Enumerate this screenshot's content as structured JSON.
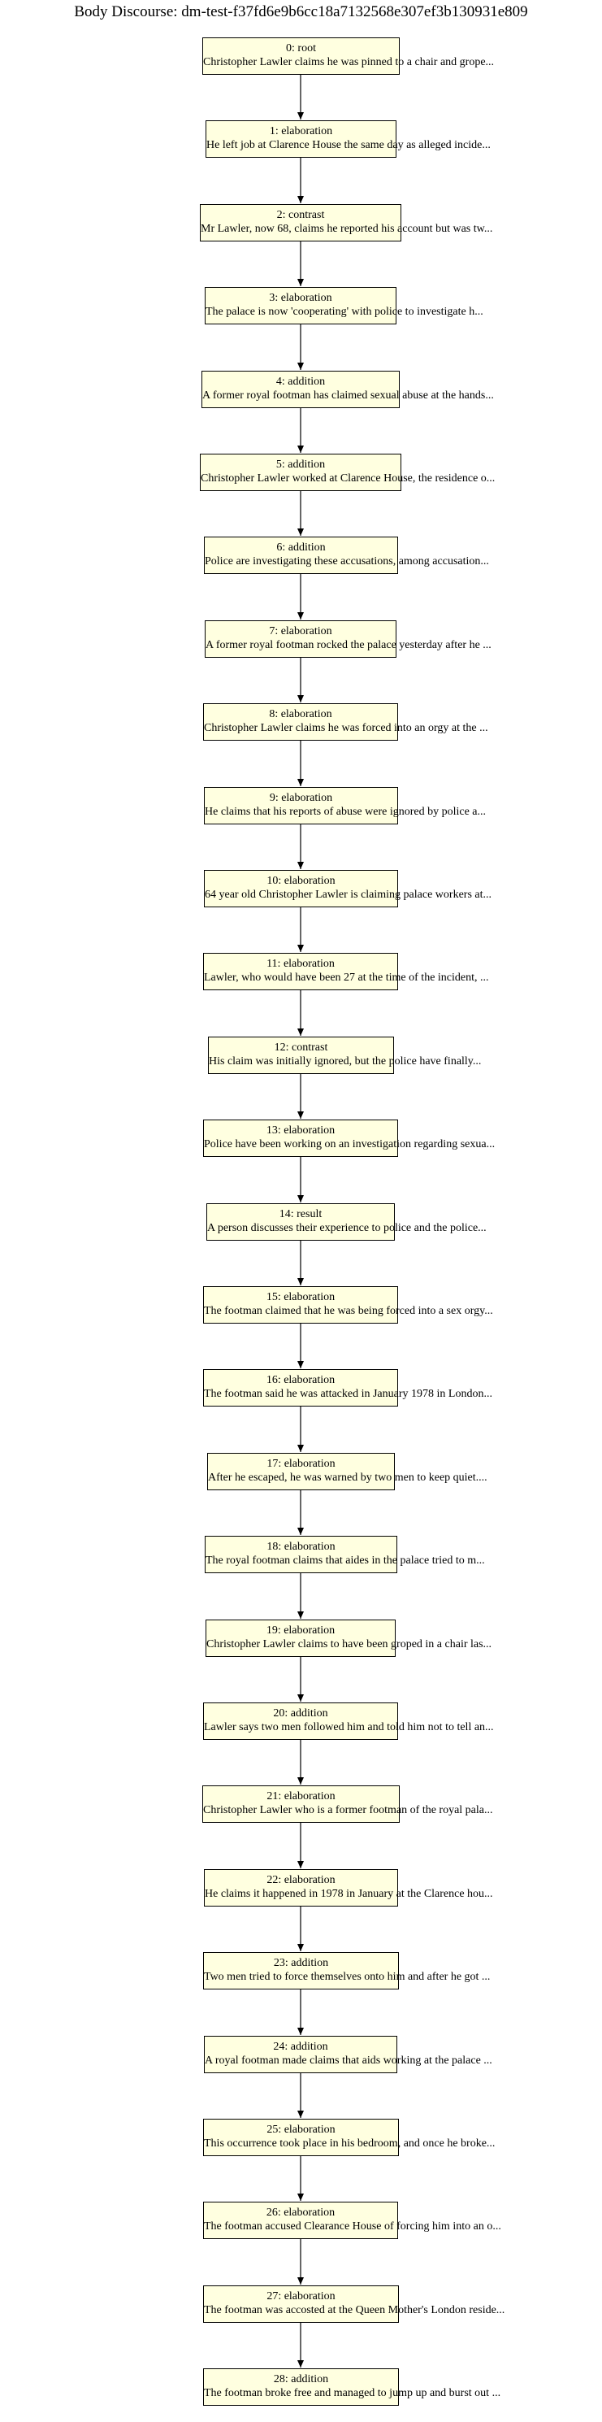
{
  "title": "Body Discourse: dm-test-f37fd6e9b6cc18a7132568e307ef3b130931e809",
  "nodes": [
    {
      "id": "0",
      "relation": "root",
      "text": "Christopher Lawler claims he was pinned to a chair and grope..."
    },
    {
      "id": "1",
      "relation": "elaboration",
      "text": "He left job at Clarence House the same day as alleged incide..."
    },
    {
      "id": "2",
      "relation": "contrast",
      "text": "Mr Lawler, now 68, claims he reported his account but was tw..."
    },
    {
      "id": "3",
      "relation": "elaboration",
      "text": "The palace is now 'cooperating' with police to investigate h..."
    },
    {
      "id": "4",
      "relation": "addition",
      "text": "A former royal footman has claimed sexual abuse at the hands..."
    },
    {
      "id": "5",
      "relation": "addition",
      "text": "Christopher Lawler worked at Clarence House, the residence o..."
    },
    {
      "id": "6",
      "relation": "addition",
      "text": "Police are investigating these accusations, among accusation..."
    },
    {
      "id": "7",
      "relation": "elaboration",
      "text": "A former royal footman rocked the palace yesterday after he ..."
    },
    {
      "id": "8",
      "relation": "elaboration",
      "text": "Christopher Lawler claims he was forced into an orgy at the ..."
    },
    {
      "id": "9",
      "relation": "elaboration",
      "text": "He claims that his reports of abuse were ignored by police a..."
    },
    {
      "id": "10",
      "relation": "elaboration",
      "text": "64 year old Christopher Lawler is claiming palace workers at..."
    },
    {
      "id": "11",
      "relation": "elaboration",
      "text": "Lawler, who would have been 27 at the time of the incident, ..."
    },
    {
      "id": "12",
      "relation": "contrast",
      "text": "His claim was initially ignored, but the police have finally..."
    },
    {
      "id": "13",
      "relation": "elaboration",
      "text": "Police have been working on an investigation regarding sexua..."
    },
    {
      "id": "14",
      "relation": "result",
      "text": "A person discusses their experience to police and the police..."
    },
    {
      "id": "15",
      "relation": "elaboration",
      "text": "The footman claimed that he was being forced into a sex orgy..."
    },
    {
      "id": "16",
      "relation": "elaboration",
      "text": "The footman said he was attacked in January 1978 in London..."
    },
    {
      "id": "17",
      "relation": "elaboration",
      "text": "After he escaped, he was warned by two men to keep quiet...."
    },
    {
      "id": "18",
      "relation": "elaboration",
      "text": "The royal footman claims that aides in the palace tried to m..."
    },
    {
      "id": "19",
      "relation": "elaboration",
      "text": "Christopher Lawler claims to have been groped in a chair las..."
    },
    {
      "id": "20",
      "relation": "addition",
      "text": "Lawler says two men followed him and told him not to tell an..."
    },
    {
      "id": "21",
      "relation": "elaboration",
      "text": "Christopher Lawler who is a former footman of the royal pala..."
    },
    {
      "id": "22",
      "relation": "elaboration",
      "text": "He claims it happened in 1978 in January at the Clarence hou..."
    },
    {
      "id": "23",
      "relation": "addition",
      "text": "Two men tried to force themselves onto him and after he got ..."
    },
    {
      "id": "24",
      "relation": "addition",
      "text": "A royal footman made claims that aids working at the palace ..."
    },
    {
      "id": "25",
      "relation": "elaboration",
      "text": "This occurrence took place in his bedroom, and once he broke..."
    },
    {
      "id": "26",
      "relation": "elaboration",
      "text": "The footman accused Clearance House of forcing him into an o..."
    },
    {
      "id": "27",
      "relation": "elaboration",
      "text": "The footman was accosted at the Queen Mother's London reside..."
    },
    {
      "id": "28",
      "relation": "addition",
      "text": "The footman broke free and managed to jump up and burst out ..."
    }
  ]
}
